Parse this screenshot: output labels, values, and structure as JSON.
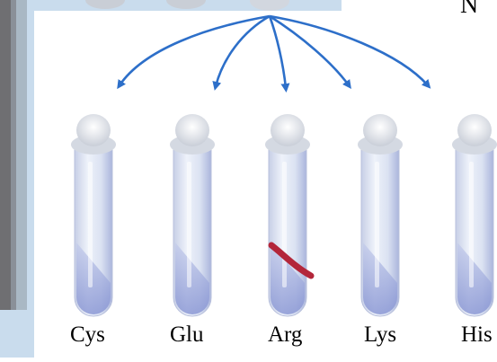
{
  "header": {
    "partial_text": "N"
  },
  "tubes": [
    {
      "label": "Cys",
      "has_red_streak": false
    },
    {
      "label": "Glu",
      "has_red_streak": false
    },
    {
      "label": "Arg",
      "has_red_streak": true
    },
    {
      "label": "Lys",
      "has_red_streak": false
    },
    {
      "label": "His",
      "has_red_streak": false
    }
  ],
  "colors": {
    "arrow": "#2d6fc9",
    "left_panel": "#a9b8c4",
    "left_dark_band": "#6f6f72",
    "frame_blue": "#c9dced",
    "tube_glass": "#dde4f2",
    "tube_shadow": "#8d98cc",
    "streak": "#b3263a",
    "stopper": "#eef0f4"
  }
}
